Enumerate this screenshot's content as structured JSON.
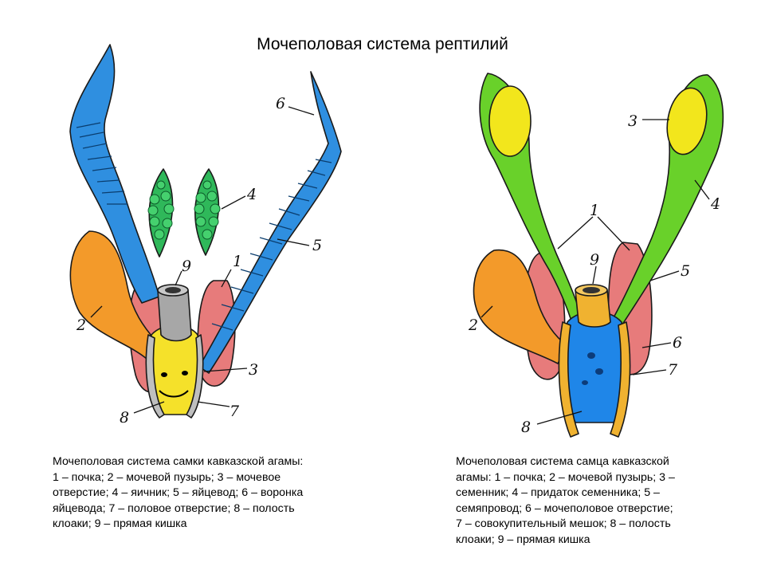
{
  "title": "Мочеполовая система рептилий",
  "female": {
    "caption": "Мочеполовая система самки кавказской агамы:\n1 – почка; 2 – мочевой пузырь; 3 – мочевое\nотверстие; 4 – яичник; 5 – яйцевод; 6 – воронка\nяйцевода; 7 – половое отверстие; 8 – полость\nклоаки; 9 – прямая кишка",
    "labels": [
      "1",
      "2",
      "3",
      "4",
      "5",
      "6",
      "7",
      "8",
      "9"
    ]
  },
  "male": {
    "caption": "Мочеполовая система самца кавказской\nагамы: 1 – почка; 2 – мочевой пузырь; 3 –\nсеменник; 4 – придаток семенника; 5 –\nсемяпровод; 6 – мочеполовое отверстие;\n7 – совокупительный мешок; 8 – полость\nклоаки; 9 – прямая кишка",
    "labels": [
      "1",
      "2",
      "3",
      "4",
      "5",
      "6",
      "7",
      "8",
      "9"
    ]
  },
  "colors": {
    "oviduct": "#2f8fe0",
    "bladder": "#f39a2a",
    "kidney": "#e77b7b",
    "ovary": "#2fb85a",
    "cloaca_female": "#f5e12a",
    "rectum": "#a7a7a7",
    "testis": "#f2e61c",
    "epididymis": "#69d12a",
    "cloaca_male": "#1f86e8",
    "cloaca_wall": "#f0b230"
  }
}
